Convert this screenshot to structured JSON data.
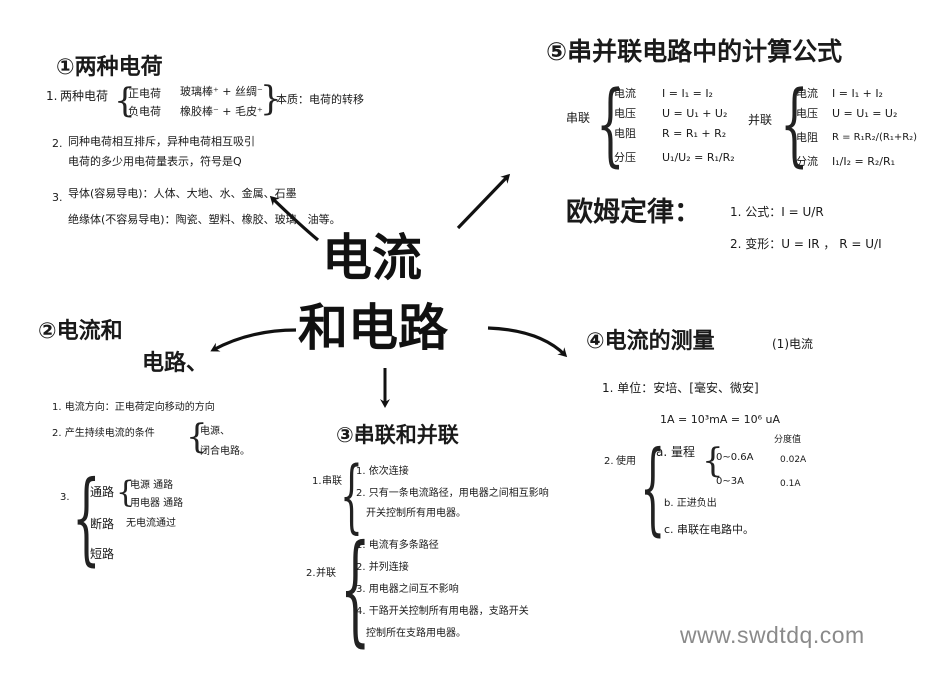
{
  "center": {
    "line1": "电流",
    "line2": "和电路"
  },
  "sec1": {
    "title": "①两种电荷",
    "item1_num": "1.",
    "item1_label": "两种电荷",
    "pos_label": "正电荷",
    "neg_label": "负电荷",
    "pos_rule": "玻璃棒⁺ + 丝绸⁻",
    "neg_rule": "橡胶棒⁻ + 毛皮⁺",
    "essence": "本质：电荷的转移",
    "item2_num": "2.",
    "item2_line1": "同种电荷相互排斥，异种电荷相互吸引",
    "item2_line2": "电荷的多少用电荷量表示，符号是Q",
    "item3_num": "3.",
    "item3_line1": "导体(容易导电)：人体、大地、水、金属、石墨",
    "item3_line2": "绝缘体(不容易导电)：陶瓷、塑料、橡胶、玻璃、油等。"
  },
  "sec2": {
    "title1": "②电流和",
    "title2": "电路、",
    "item1": "1. 电流方向：正电荷定向移动的方向",
    "item2": "2. 产生持续电流的条件",
    "cond1": "电源、",
    "cond2": "闭合电路。",
    "item3_num": "3.",
    "t1": "通路",
    "t1a": "电源 通路",
    "t1b": "用电器 通路",
    "t2": "断路",
    "t2a": "无电流通过",
    "t3": "短路"
  },
  "sec3": {
    "title": "③串联和并联",
    "series_num": "1.",
    "series": "串联",
    "s1": "1. 依次连接",
    "s2a": "2. 只有一条电流路径，用电器之间相互影响",
    "s2b": "开关控制所有用电器。",
    "parallel_num": "2.",
    "parallel": "并联",
    "p1": "1. 电流有多条路径",
    "p2": "2. 并列连接",
    "p3": "3. 用电器之间互不影响",
    "p4a": "4. 干路开关控制所有用电器，支路开关",
    "p4b": "控制所在支路用电器。"
  },
  "sec4": {
    "title": "④电流的测量",
    "sub": "(1)电流",
    "item1": "1. 单位：安培、[毫安、微安]",
    "conv": "1A = 10³mA = 10⁶ uA",
    "item2_num": "2.",
    "item2": "使用",
    "a": "a. 量程",
    "r1": "0~0.6A",
    "r2": "0~3A",
    "fdz": "分度值",
    "d1": "0.02A",
    "d2": "0.1A",
    "b": "b. 正进负出",
    "c": "c. 串联在电路中。"
  },
  "sec5": {
    "title": "⑤串并联电路中的计算公式",
    "series": "串联",
    "parallel": "并联",
    "rows": [
      {
        "k": "电流",
        "v": "I = I₁ = I₂"
      },
      {
        "k": "电压",
        "v": "U = U₁ + U₂"
      },
      {
        "k": "电阻",
        "v": "R = R₁ + R₂"
      },
      {
        "k": "分压",
        "v": "U₁/U₂ = R₁/R₂"
      }
    ],
    "prow": [
      {
        "k": "电流",
        "v": "I = I₁ + I₂"
      },
      {
        "k": "电压",
        "v": "U = U₁ = U₂"
      },
      {
        "k": "电阻",
        "v": "R = R₁R₂/(R₁+R₂)"
      },
      {
        "k": "分流",
        "v": "I₁/I₂ = R₂/R₁"
      }
    ]
  },
  "ohm": {
    "title": "欧姆定律：",
    "f1": "1. 公式：I = U/R",
    "f2": "2. 变形：U = IR ， R = U/I"
  },
  "watermark": "www.swdtdq.com"
}
